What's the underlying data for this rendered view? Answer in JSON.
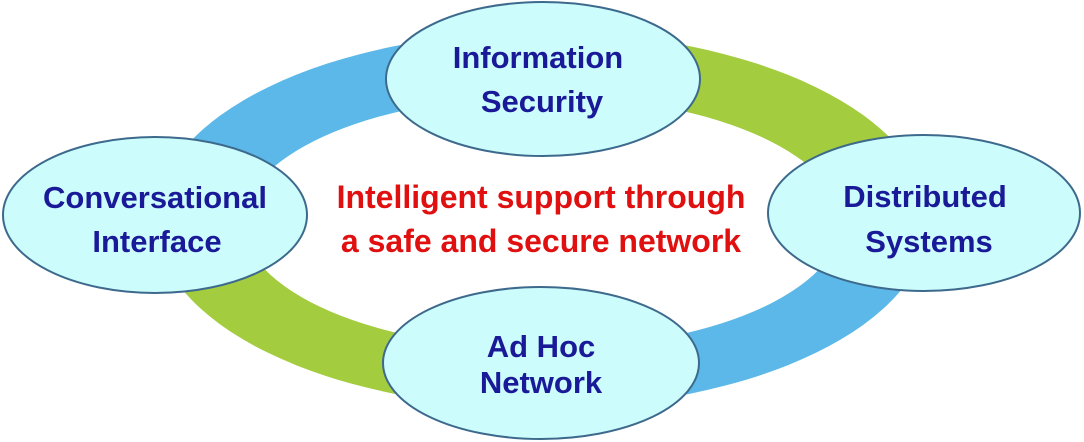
{
  "colors": {
    "ring_blue": "#5bb8e8",
    "ring_green": "#a3cc3e",
    "node_fill": "#ccfcfc",
    "node_stroke": "#3d6a8c",
    "node_text": "#1a1a99",
    "center_text": "#e01010"
  },
  "center": {
    "line1": "Intelligent support through",
    "line2": "a safe and secure network"
  },
  "nodes": {
    "top": {
      "line1": "Information",
      "line2": "Security"
    },
    "left": {
      "line1": "Conversational",
      "line2": "Interface"
    },
    "right": {
      "line1": "Distributed",
      "line2": "Systems"
    },
    "bottom": {
      "line1": "Ad Hoc",
      "line2": "Network"
    }
  }
}
